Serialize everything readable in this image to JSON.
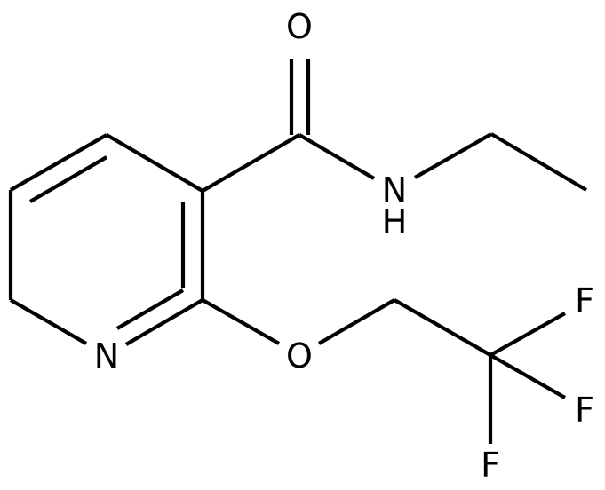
{
  "atoms": {
    "carbonyl_oxygen": "O",
    "amide_nitrogen": "N",
    "amide_hydrogen": "H",
    "ring_nitrogen": "N",
    "ether_oxygen": "O",
    "fluorine_1": "F",
    "fluorine_2": "F",
    "fluorine_3": "F"
  },
  "colors": {
    "bond": "#000000",
    "label": "#000000",
    "background": "#ffffff"
  }
}
